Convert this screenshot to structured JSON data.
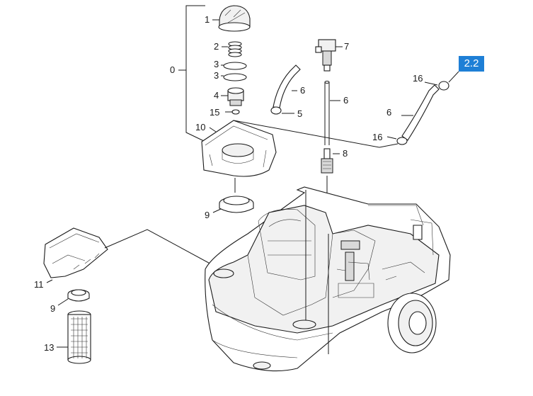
{
  "diagram": {
    "highlight": "2.2",
    "callouts": {
      "c1": "1",
      "c2": "2",
      "c3a": "3",
      "c3b": "3",
      "c4": "4",
      "c15": "15",
      "c10": "10",
      "c0": "0",
      "c6a": "6",
      "c5": "5",
      "c7": "7",
      "c6b": "6",
      "c8": "8",
      "c16a": "16",
      "c6c": "6",
      "c16b": "16",
      "c9a": "9",
      "c11": "11",
      "c9b": "9",
      "c13": "13"
    }
  },
  "colors": {
    "highlight_bg": "#1e7fd6",
    "highlight_text": "#ffffff",
    "line": "#1a1a1a"
  }
}
